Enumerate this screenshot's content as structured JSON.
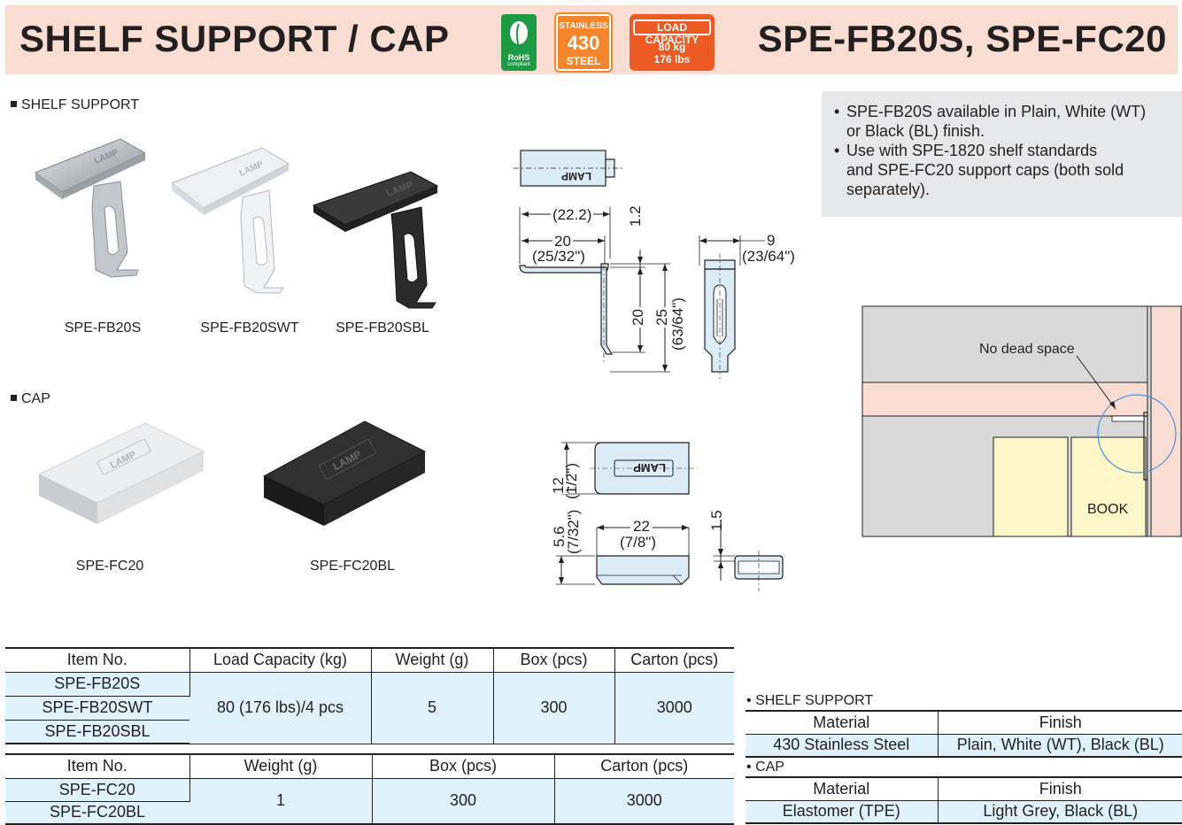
{
  "header": {
    "title": "SHELF SUPPORT / CAP",
    "model": "SPE-FB20S, SPE-FC20",
    "rohs_line1": "RoHS",
    "rohs_line2": "compliant",
    "steel_line1": "STAINLESS",
    "steel_line2": "430",
    "steel_line3": "STEEL",
    "load_line1": "LOAD CAPACITY",
    "load_line2": "80 kg",
    "load_line3": "176 lbs",
    "colors": {
      "band": "#f9ddd3",
      "rohs": "#1e9a45",
      "steel": "#f5842a",
      "load": "#ee5a24"
    }
  },
  "sections": {
    "shelf_support": "SHELF SUPPORT",
    "cap": "CAP"
  },
  "products": {
    "supports": [
      "SPE-FB20S",
      "SPE-FB20SWT",
      "SPE-FB20SBL"
    ],
    "caps": [
      "SPE-FC20",
      "SPE-FC20BL"
    ],
    "logo_text": "LAMP"
  },
  "notes": [
    "SPE-FB20S available in Plain, White (WT) or Black (BL) finish.",
    "Use with SPE-1820 shelf standards and SPE-FC20 support caps (both sold separately)."
  ],
  "notes_lines": [
    [
      "SPE-FB20S available in Plain, White (WT)",
      "or Black (BL) finish."
    ],
    [
      "Use with SPE-1820 shelf standards",
      "and SPE-FC20 support caps (both sold",
      "separately)."
    ]
  ],
  "dimensions": {
    "d22_2": "(22.2)",
    "d20": "20",
    "d25_32": "(25/32\")",
    "d1_2": "1.2",
    "d20v": "20",
    "d25v": "25",
    "d63_64": "(63/64\")",
    "d9": "9",
    "d23_64": "(23/64\")",
    "d12": "12",
    "d1_2in": "(1/2\")",
    "d5_6": "5.6",
    "d7_32": "(7/32\")",
    "d22": "22",
    "d7_8": "(7/8\")",
    "d1_5": "1.5"
  },
  "diagram": {
    "label": "No dead space",
    "book": "BOOK"
  },
  "table_supports": {
    "headers": [
      "Item No.",
      "Load Capacity (kg)",
      "Weight (g)",
      "Box (pcs)",
      "Carton (pcs)"
    ],
    "items": [
      "SPE-FB20S",
      "SPE-FB20SWT",
      "SPE-FB20SBL"
    ],
    "load": "80 (176 lbs)/4 pcs",
    "weight": "5",
    "box": "300",
    "carton": "3000"
  },
  "table_caps": {
    "headers": [
      "Item No.",
      "Weight (g)",
      "Box (pcs)",
      "Carton (pcs)"
    ],
    "items": [
      "SPE-FC20",
      "SPE-FC20BL"
    ],
    "weight": "1",
    "box": "300",
    "carton": "3000"
  },
  "spec": {
    "shelf_label": "SHELF SUPPORT",
    "cap_label": "CAP",
    "headers": [
      "Material",
      "Finish"
    ],
    "shelf_material": "430 Stainless Steel",
    "shelf_finish": "Plain, White (WT), Black (BL)",
    "cap_material": "Elastomer (TPE)",
    "cap_finish": "Light Grey, Black (BL)"
  },
  "bullet": "•"
}
